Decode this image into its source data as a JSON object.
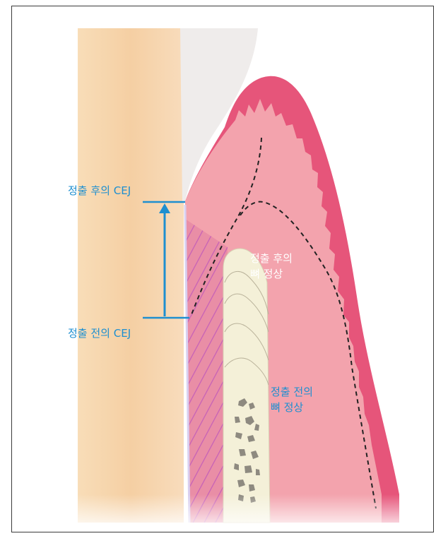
{
  "labels": {
    "cej_after": "정출 후의 CEJ",
    "cej_before": "정출 전의 CEJ",
    "bone_after_line1": "정출 후의",
    "bone_after_line2": "뼈 정상",
    "bone_before_line1": "정출 전의",
    "bone_before_line2": "뼈 정상"
  },
  "colors": {
    "tooth_root": "#f6d2a8",
    "enamel": "#efeceb",
    "gingiva_outer": "#e8577a",
    "gingiva_inner": "#f4a7b0",
    "bone": "#f4f0d8",
    "label_text": "#1e8fd0",
    "arrow": "#1e8fd0",
    "ligament_hatch": "#c05ab0"
  }
}
